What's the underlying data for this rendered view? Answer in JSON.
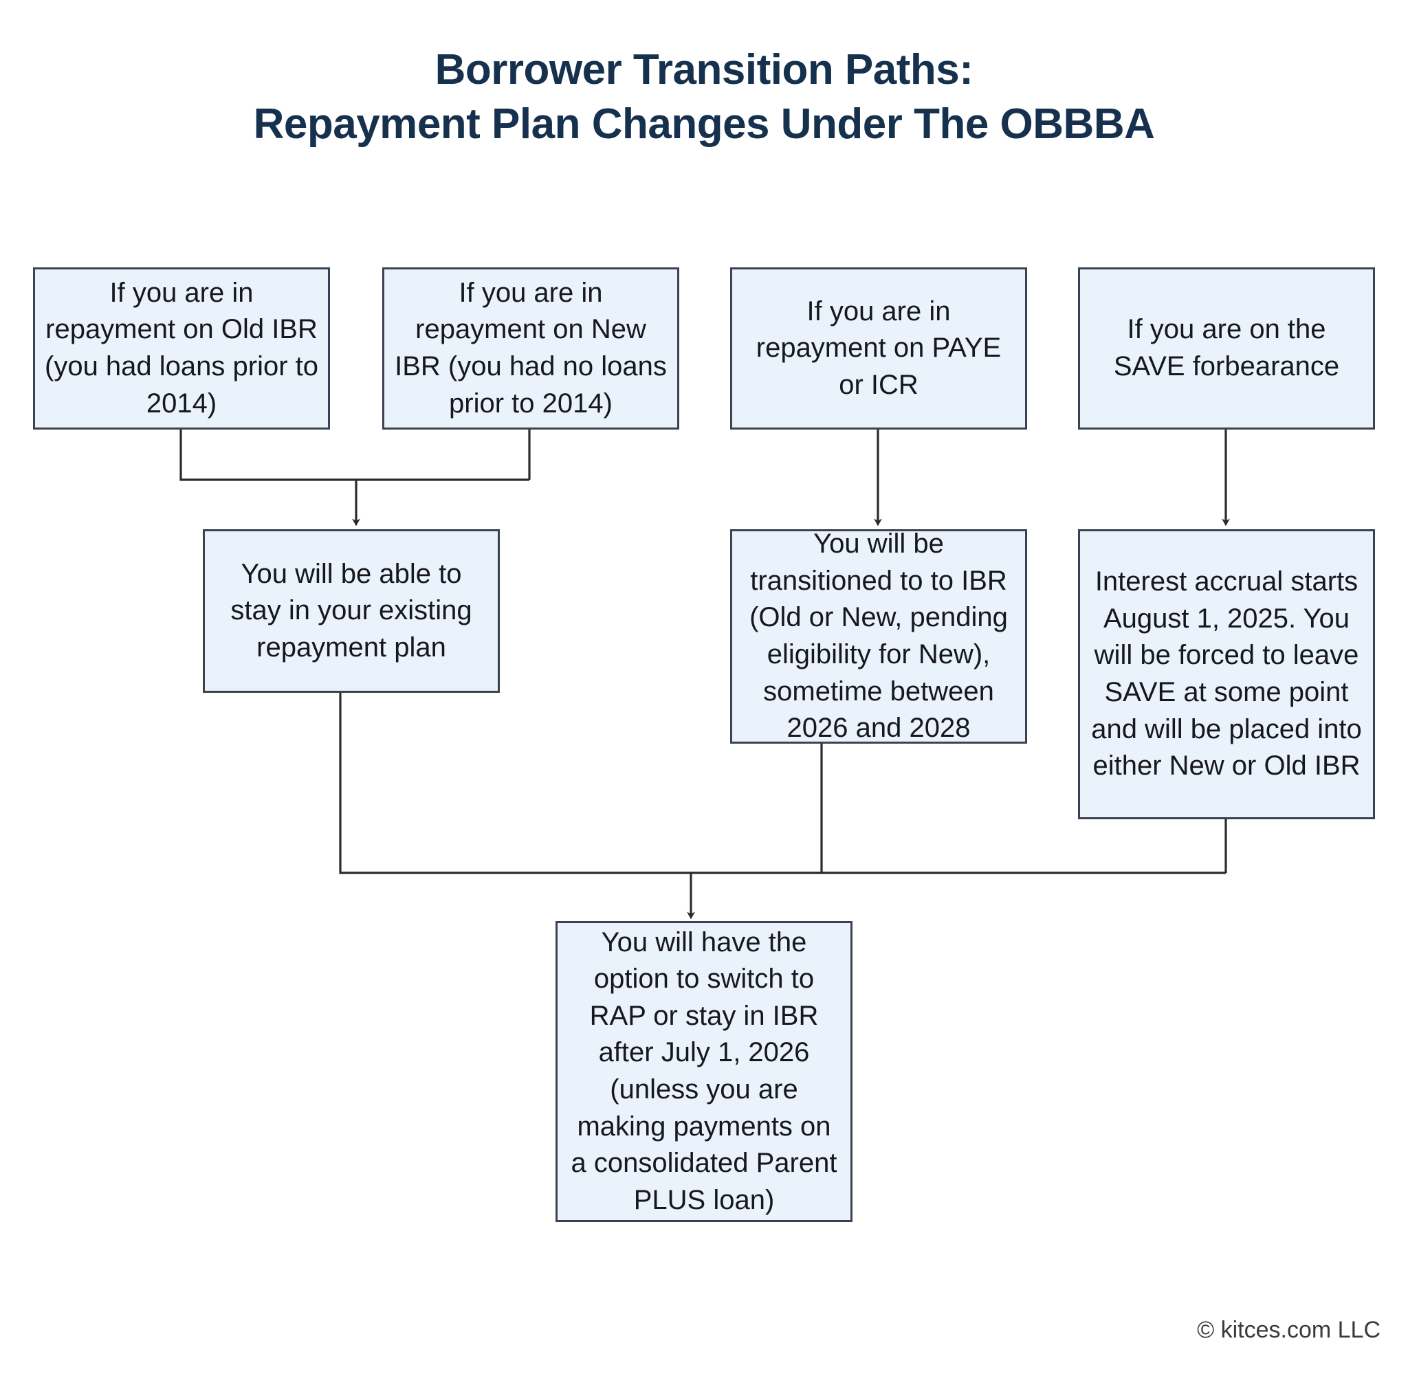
{
  "title": {
    "line1": "Borrower Transition Paths:",
    "line2": "Repayment Plan Changes Under The OBBBA"
  },
  "colors": {
    "title_text": "#16314d",
    "node_fill": "#eaf2fb",
    "node_border": "#3b4250",
    "node_text": "#17181c",
    "connector": "#2b2b2b",
    "background": "#ffffff"
  },
  "nodes": {
    "old_ibr": "If you are in repayment on Old IBR (you had loans prior to 2014)",
    "new_ibr": "If you are in repayment on New IBR (you had no loans prior to 2014)",
    "paye_icr": "If you are in repayment on PAYE or ICR",
    "save_forbearance": "If you are on the SAVE forbearance",
    "stay_existing": "You will be able to stay in your existing repayment plan",
    "transition_ibr": "You will be transitioned to to IBR (Old or New, pending eligibility for New), sometime between 2026 and 2028",
    "save_interest": "Interest accrual starts August 1, 2025. You will be forced to leave SAVE at some point and will be placed into either New or Old IBR",
    "rap_option": "You will have the option to switch to RAP or stay in IBR after July 1, 2026 (unless you are making payments on a consolidated Parent PLUS loan)"
  },
  "footer": {
    "copyright": "© kitces.com LLC"
  },
  "chart_data": {
    "type": "diagram",
    "title": "Borrower Transition Paths: Repayment Plan Changes Under The OBBBA",
    "diagram_kind": "flowchart",
    "direction": "top-to-bottom",
    "nodes": [
      {
        "id": "old_ibr",
        "label": "If you are in repayment on Old IBR (you had loans prior to 2014)",
        "row": 1
      },
      {
        "id": "new_ibr",
        "label": "If you are in repayment on New IBR (you had no loans prior to 2014)",
        "row": 1
      },
      {
        "id": "paye_icr",
        "label": "If you are in repayment on PAYE or ICR",
        "row": 1
      },
      {
        "id": "save_forbearance",
        "label": "If you are on the SAVE forbearance",
        "row": 1
      },
      {
        "id": "stay_existing",
        "label": "You will be able to stay in your existing repayment plan",
        "row": 2
      },
      {
        "id": "transition_ibr",
        "label": "You will be transitioned to to IBR (Old or New, pending eligibility for New), sometime between 2026 and 2028",
        "row": 2
      },
      {
        "id": "save_interest",
        "label": "Interest accrual starts August 1, 2025. You will be forced to leave SAVE at some point and will be placed into either New or Old IBR",
        "row": 2
      },
      {
        "id": "rap_option",
        "label": "You will have the option to switch to RAP or stay in IBR after July 1, 2026 (unless you are making payments on a consolidated Parent PLUS loan)",
        "row": 3
      }
    ],
    "edges": [
      {
        "from": "old_ibr",
        "to": "stay_existing"
      },
      {
        "from": "new_ibr",
        "to": "stay_existing"
      },
      {
        "from": "paye_icr",
        "to": "transition_ibr"
      },
      {
        "from": "save_forbearance",
        "to": "save_interest"
      },
      {
        "from": "stay_existing",
        "to": "rap_option"
      },
      {
        "from": "transition_ibr",
        "to": "rap_option"
      },
      {
        "from": "save_interest",
        "to": "rap_option"
      }
    ]
  }
}
